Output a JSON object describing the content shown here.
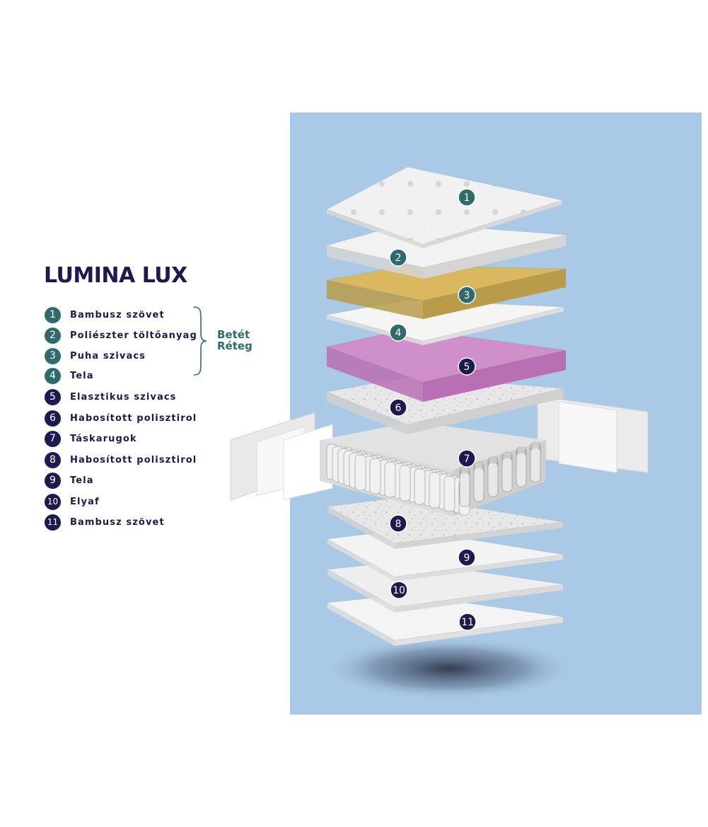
{
  "title": "LUMINA LUX",
  "group": {
    "line1": "Betét",
    "line2": "Réteg",
    "members": [
      1,
      2,
      3,
      4
    ]
  },
  "colors": {
    "panel": "#a9c9e6",
    "navy": "#1c1a4e",
    "teal": "#2f6a6c",
    "yellow": "#d9b860",
    "pink": "#cf8fcb"
  },
  "layers": [
    {
      "number": "1",
      "label": "Bambusz szövet",
      "color": "teal"
    },
    {
      "number": "2",
      "label": "Poliészter töltőanyag",
      "color": "teal"
    },
    {
      "number": "3",
      "label": "Puha szivacs",
      "color": "teal"
    },
    {
      "number": "4",
      "label": "Tela",
      "color": "teal"
    },
    {
      "number": "5",
      "label": "Elasztikus szivacs",
      "color": "navy"
    },
    {
      "number": "6",
      "label": "Habosított polisztirol",
      "color": "navy"
    },
    {
      "number": "7",
      "label": "Táskarugok",
      "color": "navy"
    },
    {
      "number": "8",
      "label": "Habosított polisztirol",
      "color": "navy"
    },
    {
      "number": "9",
      "label": "Tela",
      "color": "navy"
    },
    {
      "number": "10",
      "label": "Elyaf",
      "color": "navy"
    },
    {
      "number": "11",
      "label": "Bambusz szövet",
      "color": "navy"
    }
  ]
}
